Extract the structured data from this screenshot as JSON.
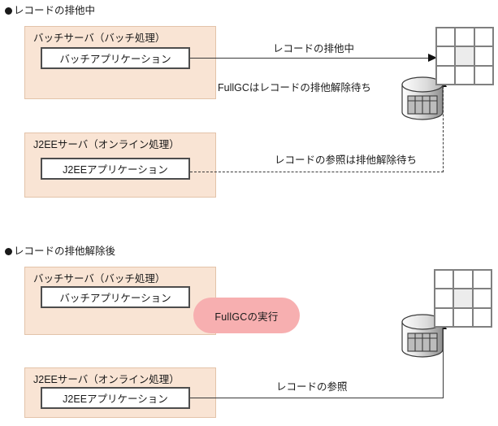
{
  "diagram": {
    "title_top": "レコードの排他中",
    "title_bottom": "レコードの排他解除後",
    "sections": [
      {
        "id": "locked",
        "heading": "レコードの排他中",
        "servers": [
          {
            "panel_label": "バッチサーバ（バッチ処理）",
            "app_label": "バッチアプリケーション"
          },
          {
            "panel_label": "J2EEサーバ（オンライン処理）",
            "app_label": "J2EEアプリケーション"
          }
        ],
        "edge_labels": {
          "batch_to_record": "レコードの排他中",
          "fullgc_note": "FullGCはレコードの排他解除待ち",
          "j2ee_to_record": "レコードの参照は排他解除待ち"
        }
      },
      {
        "id": "released",
        "heading": "レコードの排他解除後",
        "servers": [
          {
            "panel_label": "バッチサーバ（バッチ処理）",
            "app_label": "バッチアプリケーション"
          },
          {
            "panel_label": "J2EEサーバ（オンライン処理）",
            "app_label": "J2EEアプリケーション"
          }
        ],
        "badge": "FullGCの実行",
        "edge_labels": {
          "j2ee_to_record": "レコードの参照"
        }
      }
    ],
    "icons": {
      "bullet": "bullet-dot",
      "database": "database-cylinder-icon",
      "memory_grid": "memory-grid-icon",
      "arrow_right": "arrow-right-icon",
      "arrow_up": "arrow-up-icon"
    },
    "colors": {
      "panel_fill": "#f9e4d4",
      "panel_border": "#e3c3a9",
      "app_border": "#4d4d4d",
      "badge_fill": "#f7afb0",
      "grid_line": "#808080",
      "grid_cell_shaded": "#ececec",
      "line": "#3a3a3a"
    }
  }
}
